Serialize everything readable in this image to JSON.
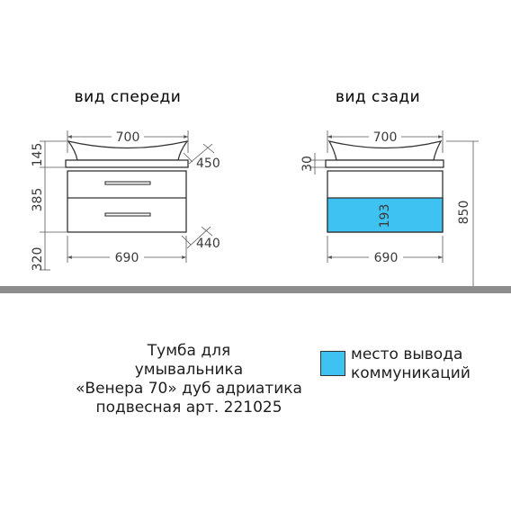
{
  "views": {
    "front": {
      "title": "вид спереди",
      "dims": {
        "top_width": "700",
        "bottom_width": "690",
        "basin_height": "145",
        "cabinet_height": "385",
        "mount_height": "320",
        "depth_top": "450",
        "depth_bottom": "440"
      }
    },
    "back": {
      "title": "вид сзади",
      "dims": {
        "top_width": "700",
        "bottom_width": "690",
        "offset": "30",
        "zone_height": "193",
        "total_height": "850"
      }
    }
  },
  "caption": {
    "lines": [
      "Тумба для",
      "умывальника",
      "«Венера 70» дуб адриатика",
      "подвесная арт. 221025"
    ]
  },
  "legend": {
    "color": "#3ec2f2",
    "lines": [
      "место вывода",
      "коммуникаций"
    ]
  },
  "colors": {
    "line": "#333333",
    "floor": "#8c8c8c",
    "highlight": "#3ec2f2"
  }
}
